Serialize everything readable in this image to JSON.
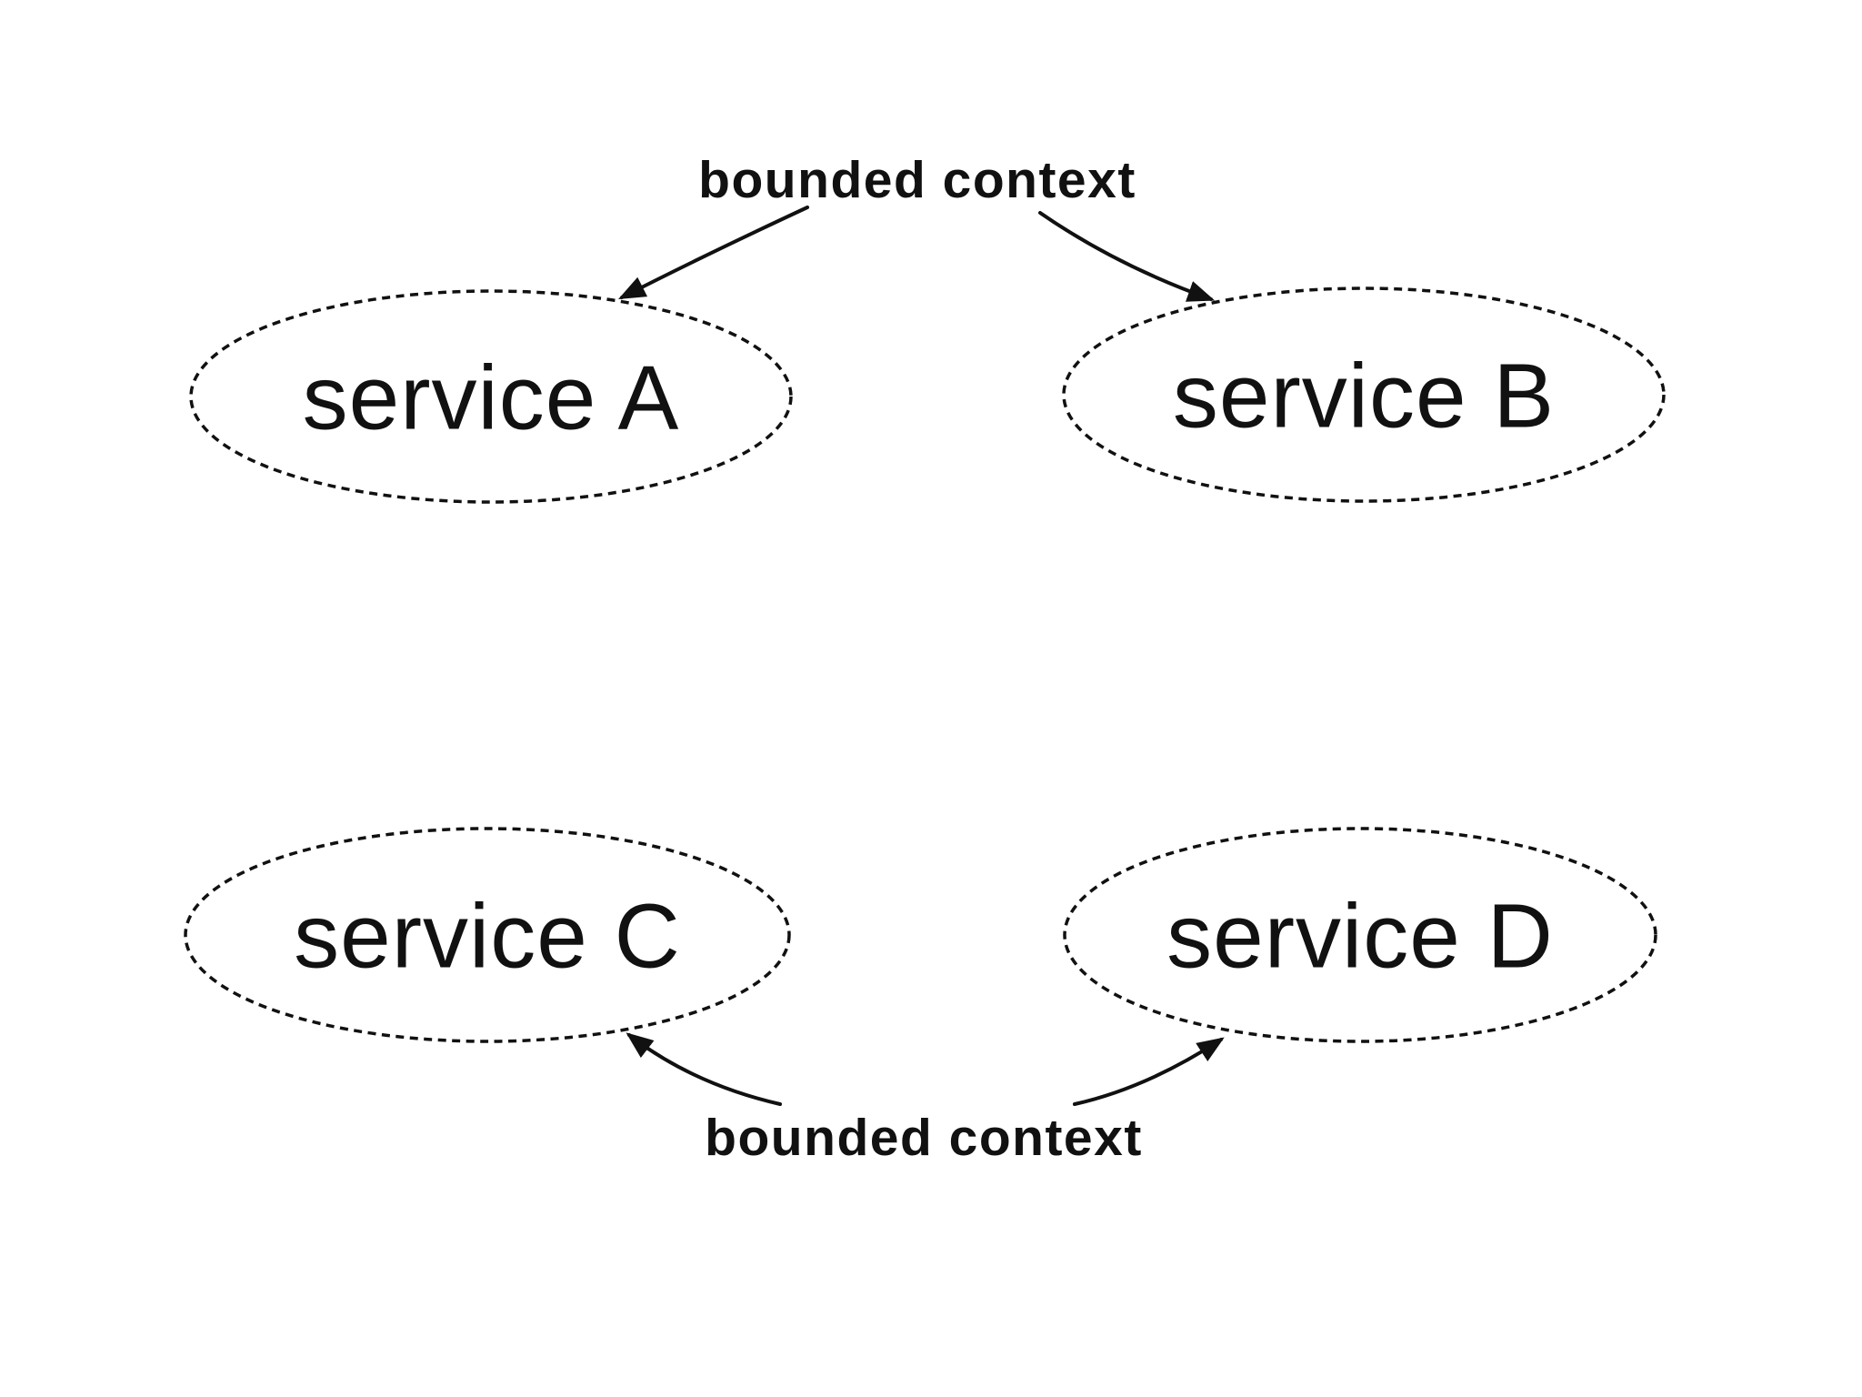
{
  "theme": {
    "background": "#ffffff",
    "ink": "#111111"
  },
  "annotations": {
    "top": {
      "label": "bounded context"
    },
    "bottom": {
      "label": "bounded context"
    }
  },
  "nodes": [
    {
      "id": "service-a",
      "label": "service A"
    },
    {
      "id": "service-b",
      "label": "service B"
    },
    {
      "id": "service-c",
      "label": "service C"
    },
    {
      "id": "service-d",
      "label": "service D"
    }
  ]
}
